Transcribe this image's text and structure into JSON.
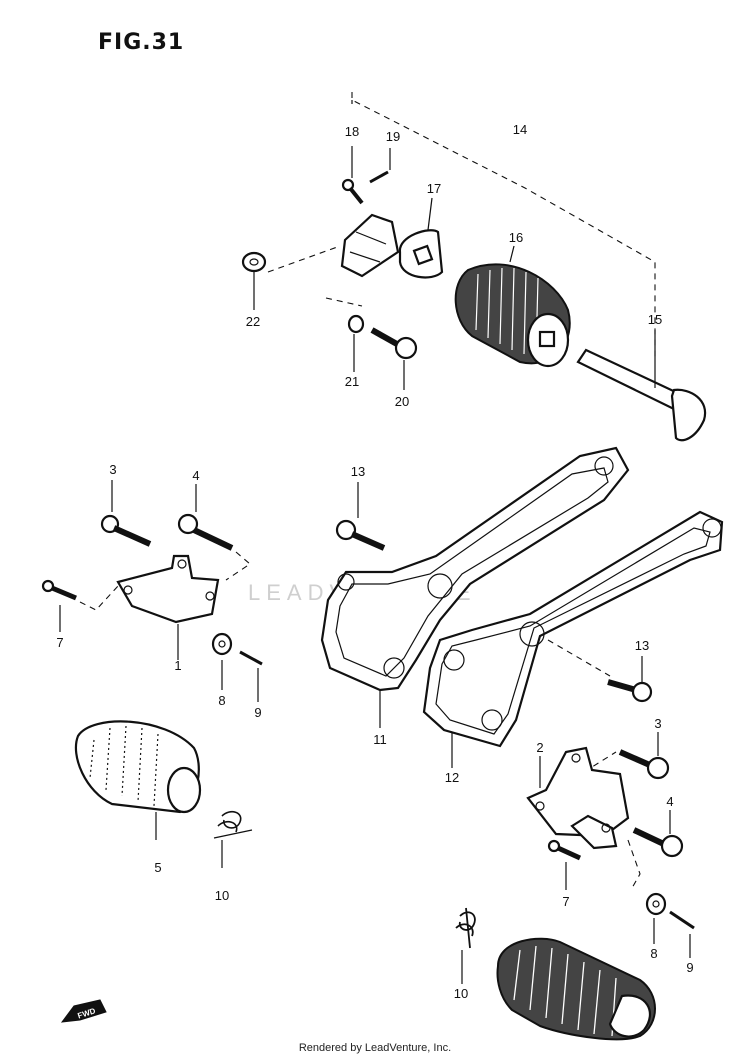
{
  "figure": {
    "title": "FIG.31"
  },
  "watermark": "LEADVENTURE",
  "footer": "Rendered by LeadVenture, Inc.",
  "direction_badge": "FWD",
  "callouts": {
    "c14": "14",
    "c15": "15",
    "c16": "16",
    "c17": "17",
    "c18": "18",
    "c19": "19",
    "c20": "20",
    "c21": "21",
    "c22": "22",
    "c13a": "13",
    "c13b": "13",
    "c11": "11",
    "c12": "12",
    "c3a": "3",
    "c4a": "4",
    "c7a": "7",
    "c1": "1",
    "c8a": "8",
    "c9a": "9",
    "c5": "5",
    "c10a": "10",
    "c2": "2",
    "c3b": "3",
    "c4b": "4",
    "c7b": "7",
    "c8b": "8",
    "c9b": "9",
    "c10b": "10"
  }
}
